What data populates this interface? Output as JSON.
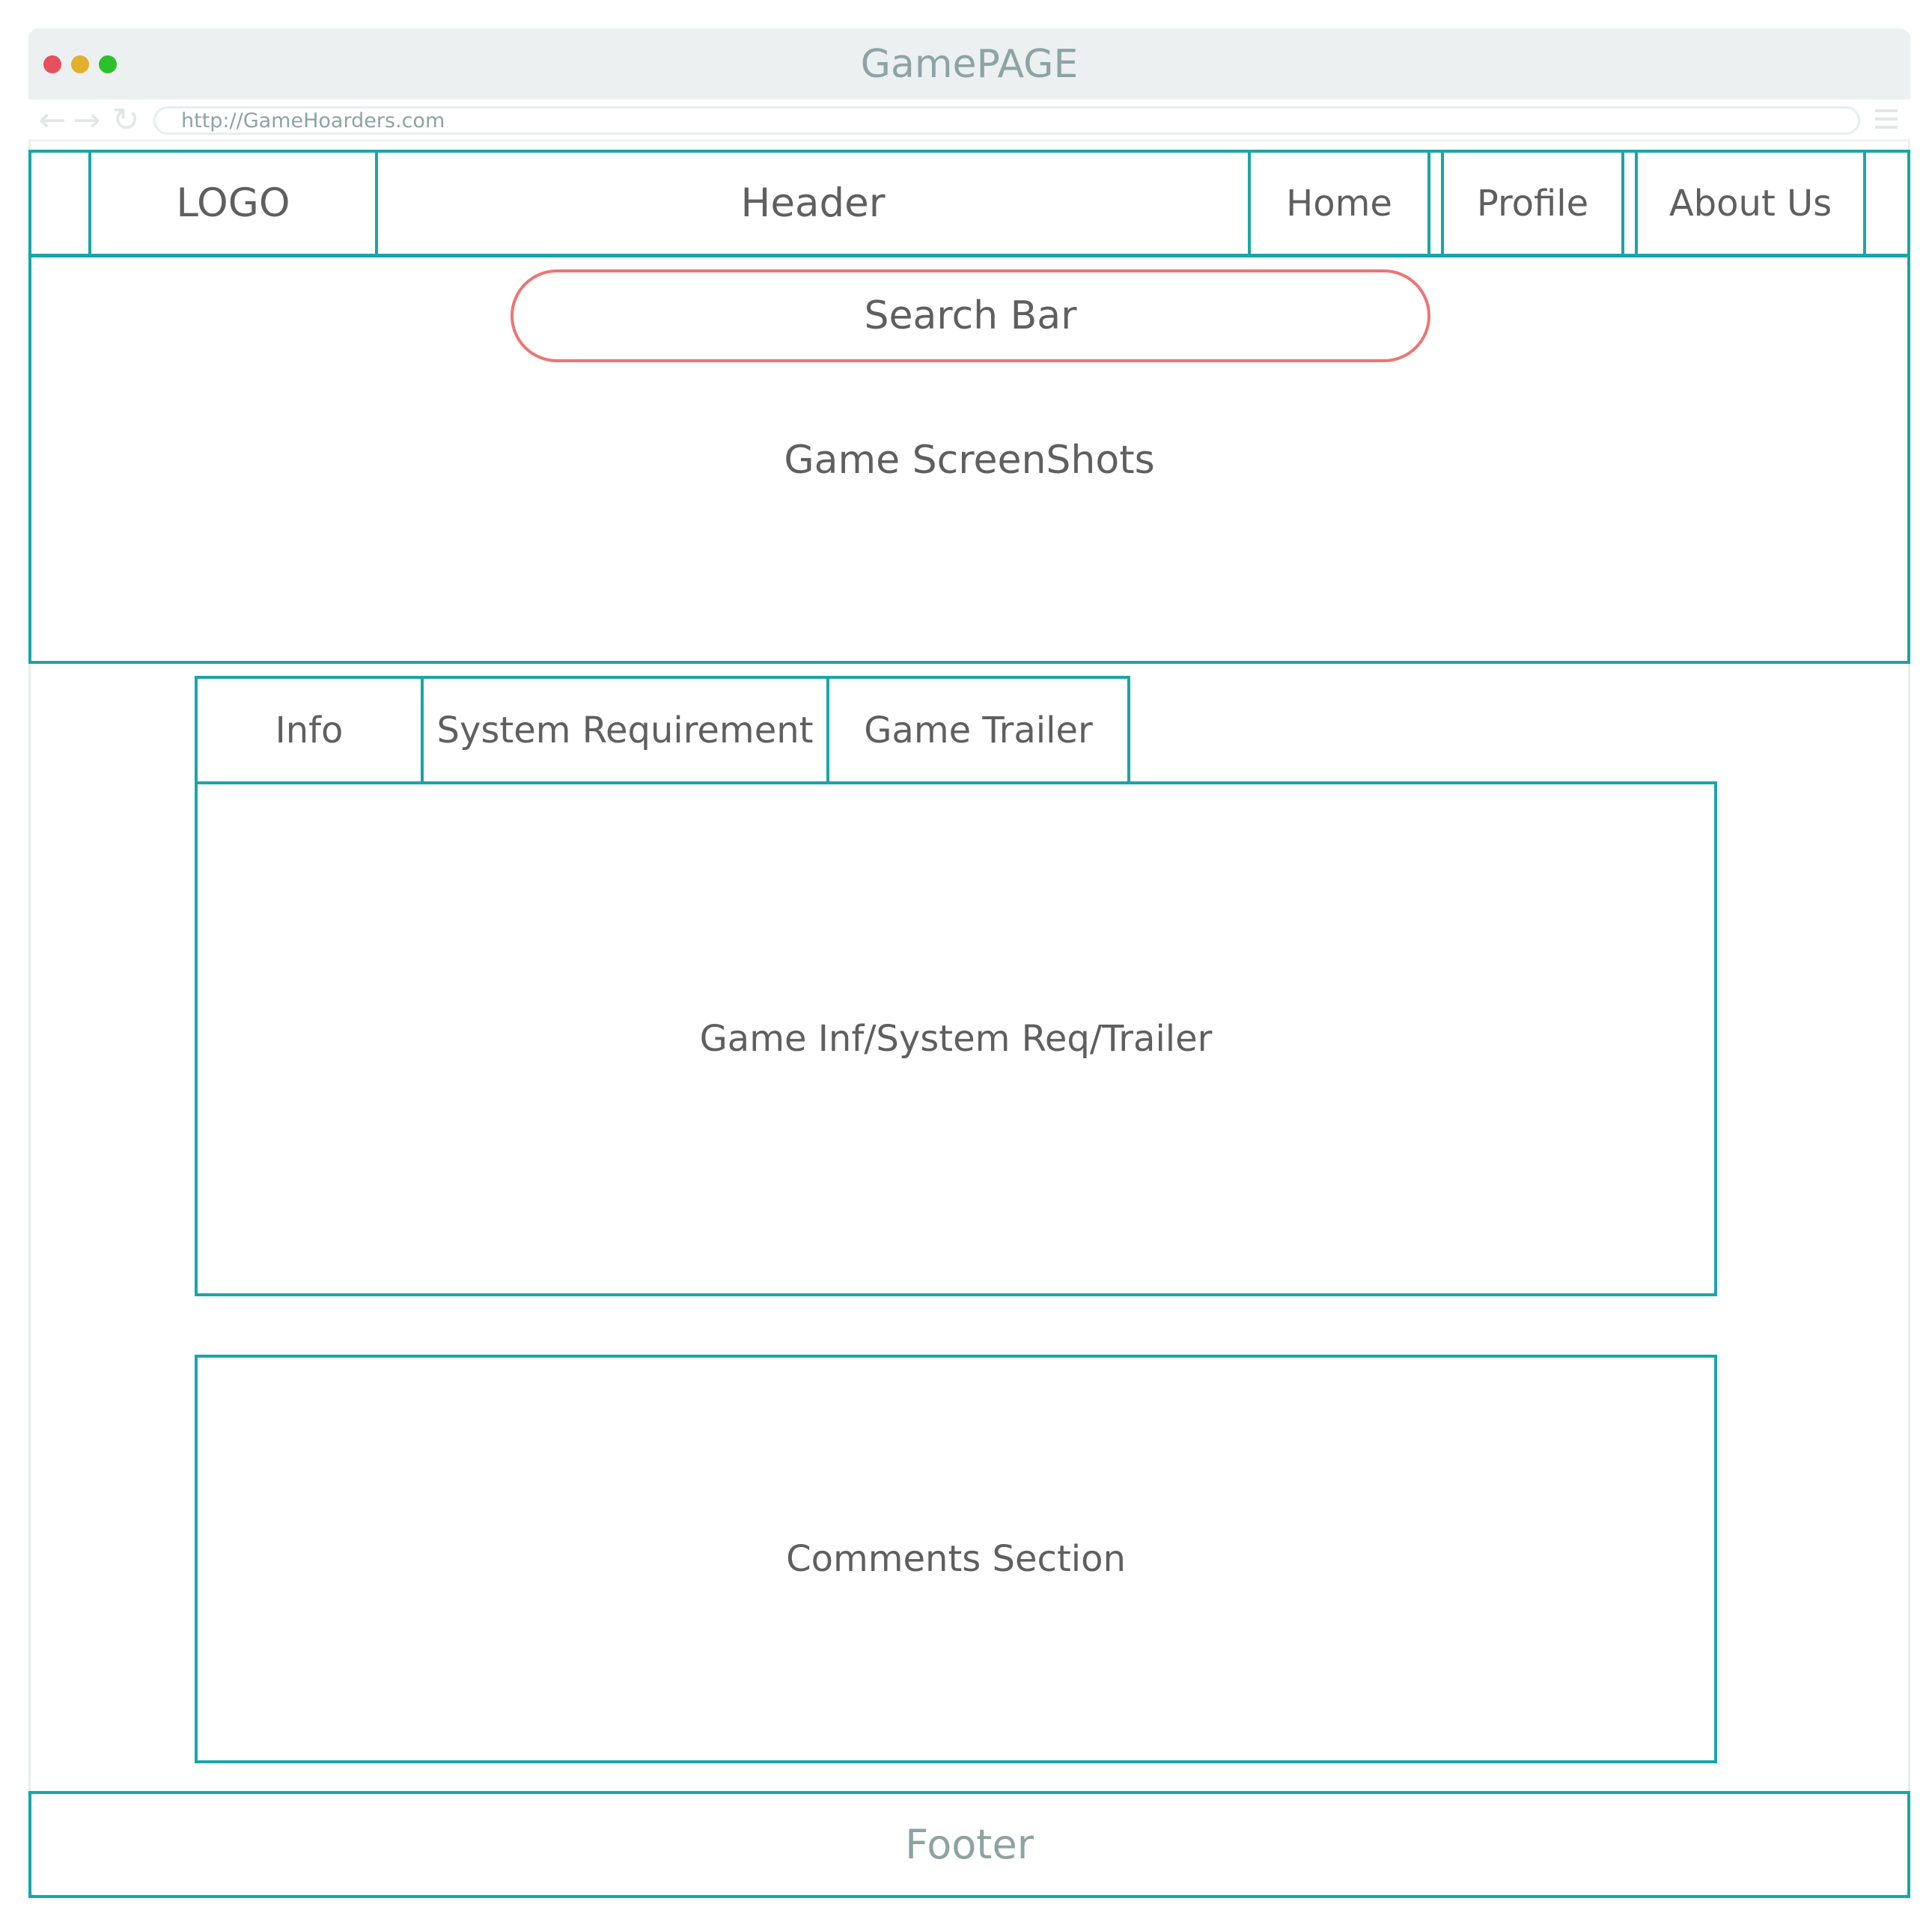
{
  "browser": {
    "window_title": "GamePAGE",
    "url": "http://GameHoarders.com",
    "traffic_lights": {
      "close": "#e5505d",
      "minimize": "#e3b02c",
      "maximize": "#2cc12c"
    },
    "icons": [
      "back-arrow-icon",
      "forward-arrow-icon",
      "reload-icon",
      "hamburger-menu-icon"
    ]
  },
  "header": {
    "logo": "LOGO",
    "title": "Header",
    "nav": {
      "home": "Home",
      "profile": "Profile",
      "about": "About Us"
    }
  },
  "search": {
    "label": "Search Bar"
  },
  "screenshots": {
    "label": "Game ScreenShots"
  },
  "tabs": {
    "info": "Info",
    "system": "System Requirement",
    "trailer": "Game Trailer"
  },
  "content": {
    "label": "Game Inf/System Req/Trailer"
  },
  "comments": {
    "label": "Comments Section"
  },
  "footer": {
    "label": "Footer"
  },
  "colors": {
    "frame": "#1aa6a6",
    "search_border": "#ee7474",
    "chrome": "#ecf0f0"
  }
}
